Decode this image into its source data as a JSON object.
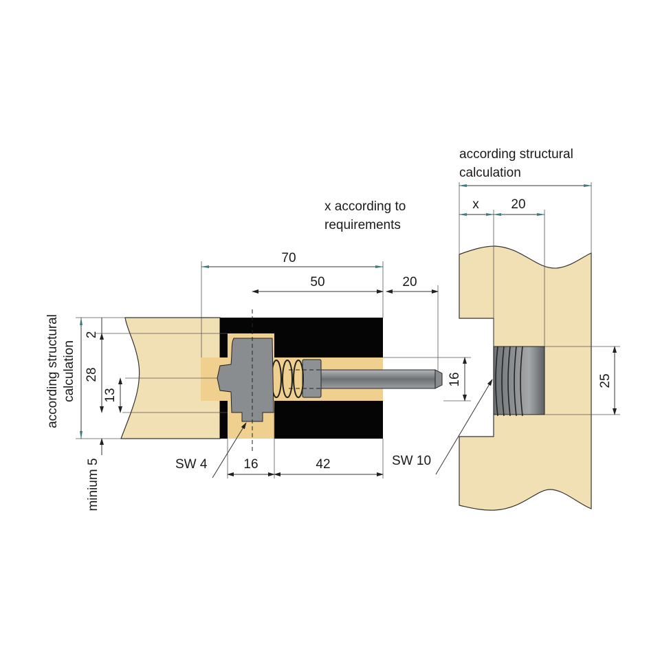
{
  "colors": {
    "wood": "#f2e0b5",
    "block": "#050505",
    "pocket": "#efd08e",
    "steel": "#8a8d90",
    "arrow_teal": "#3d7a7e"
  },
  "left_view": {
    "dims": {
      "overall": "70",
      "from_axis": "50",
      "protrusion": "20",
      "bolt_diameter": "16",
      "pocket_width": "16",
      "rod_length": "42",
      "top_offset": "2",
      "depth": "28",
      "axis_height": "13",
      "thickness_line1": "according structural",
      "thickness_line2": "calculation",
      "min_edge": "minium 5"
    },
    "labels": {
      "hex_key": "SW 4",
      "wrench": "SW 10"
    }
  },
  "note": {
    "line1": "x according to",
    "line2": "requirements"
  },
  "right_view": {
    "dims": {
      "thickness_line1": "according structural",
      "thickness_line2": "calculation",
      "x": "x",
      "thread_depth": "20",
      "thread_diameter": "25"
    }
  }
}
